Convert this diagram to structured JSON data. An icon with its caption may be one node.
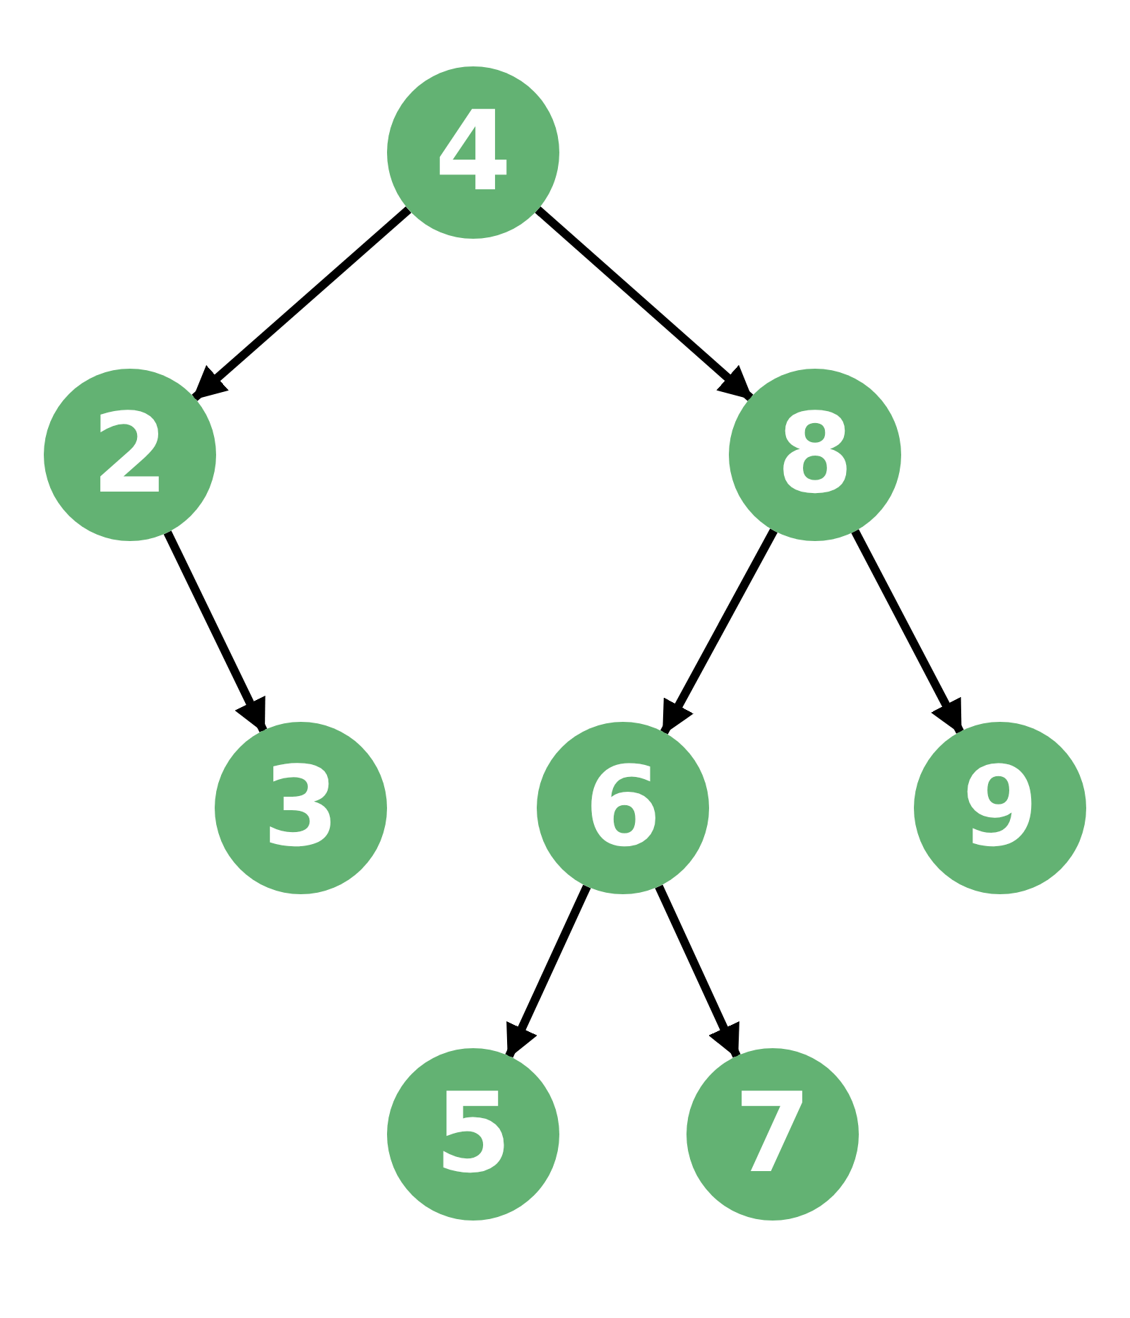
{
  "diagram": {
    "nodes": [
      {
        "text": [
          "4"
        ]
      },
      {
        "text": [
          "2"
        ]
      },
      {
        "text": [
          "8"
        ]
      },
      {
        "text": [
          "3"
        ]
      },
      {
        "text": [
          "6"
        ]
      },
      {
        "text": [
          "9"
        ]
      },
      {
        "text": [
          "5"
        ]
      },
      {
        "text": [
          "7"
        ]
      }
    ],
    "edges": [
      {
        "from": 0,
        "to": 1,
        "arrow": "to"
      },
      {
        "from": 0,
        "to": 2,
        "arrow": "to"
      },
      {
        "from": 1,
        "to": 3,
        "arrow": "to"
      },
      {
        "from": 2,
        "to": 4,
        "arrow": "to"
      },
      {
        "from": 2,
        "to": 5,
        "arrow": "to"
      },
      {
        "from": 4,
        "to": 6,
        "arrow": "to"
      },
      {
        "from": 4,
        "to": 7,
        "arrow": "to"
      }
    ]
  }
}
